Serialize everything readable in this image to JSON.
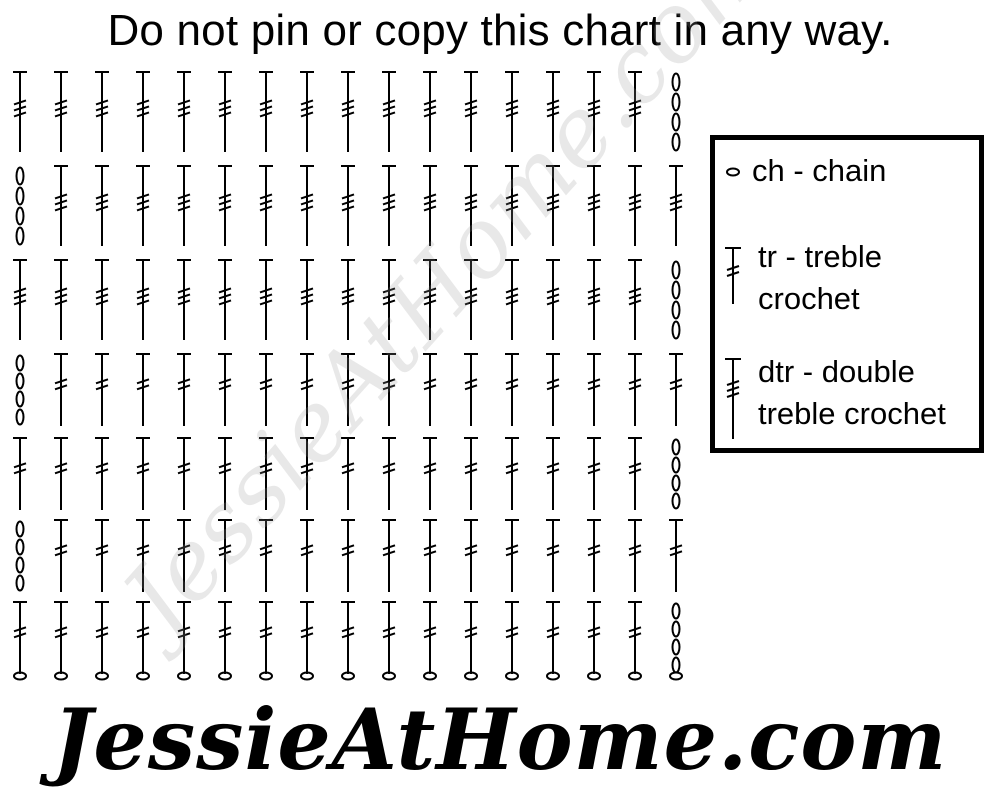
{
  "notice": "Do not pin or copy this chart in any way.",
  "legend": {
    "chain": "ch - chain",
    "treble_line1": "tr - treble",
    "treble_line2": "crochet",
    "dtr_line1": "dtr - double",
    "dtr_line2": "treble crochet"
  },
  "watermark": "JessieAtHome.com",
  "brand": "JessieAtHome.com",
  "chart": {
    "columns": 17,
    "rows": [
      {
        "stitch": "dtr",
        "chain_end": "right"
      },
      {
        "stitch": "dtr",
        "chain_end": "left"
      },
      {
        "stitch": "dtr",
        "chain_end": "right"
      },
      {
        "stitch": "tr",
        "chain_end": "left"
      },
      {
        "stitch": "tr",
        "chain_end": "right"
      },
      {
        "stitch": "tr",
        "chain_end": "left"
      },
      {
        "stitch": "tr",
        "chain_end": "right"
      }
    ],
    "foundation_chains": 17
  }
}
